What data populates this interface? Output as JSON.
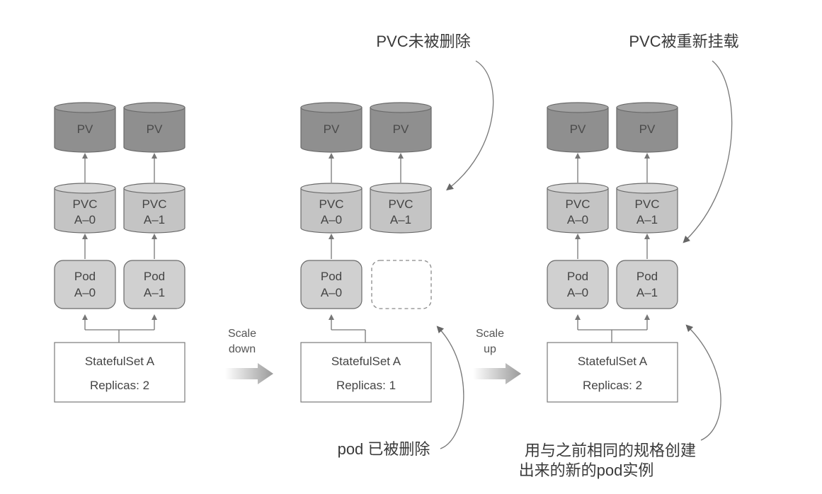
{
  "stages": [
    {
      "pvs": [
        {
          "label": "PV"
        },
        {
          "label": "PV"
        }
      ],
      "pvcs": [
        {
          "line1": "PVC",
          "line2": "A–0"
        },
        {
          "line1": "PVC",
          "line2": "A–1"
        }
      ],
      "pods": [
        {
          "line1": "Pod",
          "line2": "A–0"
        },
        {
          "line1": "Pod",
          "line2": "A–1"
        }
      ],
      "statefulset": {
        "name": "StatefulSet A",
        "replicas": "Replicas: 2"
      }
    },
    {
      "pvs": [
        {
          "label": "PV"
        },
        {
          "label": "PV"
        }
      ],
      "pvcs": [
        {
          "line1": "PVC",
          "line2": "A–0"
        },
        {
          "line1": "PVC",
          "line2": "A–1"
        }
      ],
      "pods": [
        {
          "line1": "Pod",
          "line2": "A–0"
        }
      ],
      "statefulset": {
        "name": "StatefulSet A",
        "replicas": "Replicas: 1"
      }
    },
    {
      "pvs": [
        {
          "label": "PV"
        },
        {
          "label": "PV"
        }
      ],
      "pvcs": [
        {
          "line1": "PVC",
          "line2": "A–0"
        },
        {
          "line1": "PVC",
          "line2": "A–1"
        }
      ],
      "pods": [
        {
          "line1": "Pod",
          "line2": "A–0"
        },
        {
          "line1": "Pod",
          "line2": "A–1"
        }
      ],
      "statefulset": {
        "name": "StatefulSet A",
        "replicas": "Replicas: 2"
      }
    }
  ],
  "transitions": [
    {
      "line1": "Scale",
      "line2": "down"
    },
    {
      "line1": "Scale",
      "line2": "up"
    }
  ],
  "annotations": {
    "pvc_not_deleted": "PVC未被删除",
    "pvc_reattached": "PVC被重新挂载",
    "pod_deleted": "pod 已被删除",
    "new_pod_line1": "用与之前相同的规格创建",
    "new_pod_line2": "出来的新的pod实例"
  },
  "colors": {
    "pv_fill": "#8f8f8f",
    "pvc_fill": "#c4c4c4",
    "pod_fill": "#d0d0d0",
    "stroke": "#6a6a6a",
    "arrow": "#777777"
  }
}
